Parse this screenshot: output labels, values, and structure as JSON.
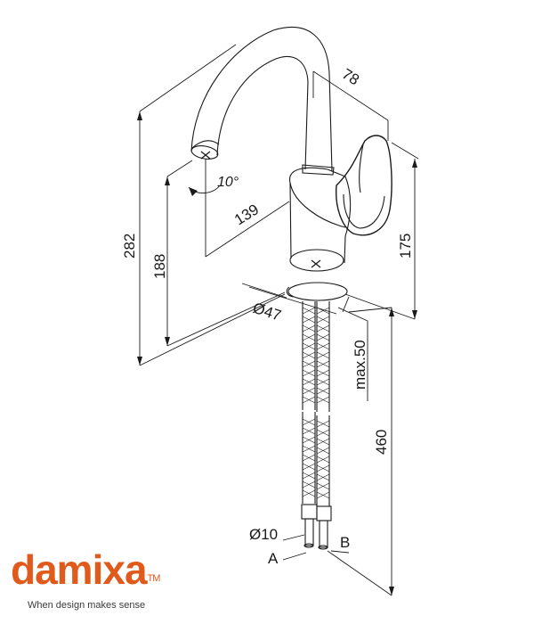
{
  "dimensions": {
    "height_total": "282",
    "height_spout": "188",
    "reach": "139",
    "angle": "10°",
    "diameter_base": "Ø47",
    "handle_offset": "78",
    "handle_height": "175",
    "max_thickness": "max.50",
    "hose_length": "460",
    "hose_diameter": "Ø10"
  },
  "labels": {
    "connector_a": "A",
    "connector_b": "B"
  },
  "brand": {
    "name": "damixa",
    "trademark": "TM",
    "tagline": "When design makes sense",
    "color": "#e05a1c"
  },
  "colors": {
    "line": "#1a1a1a"
  }
}
